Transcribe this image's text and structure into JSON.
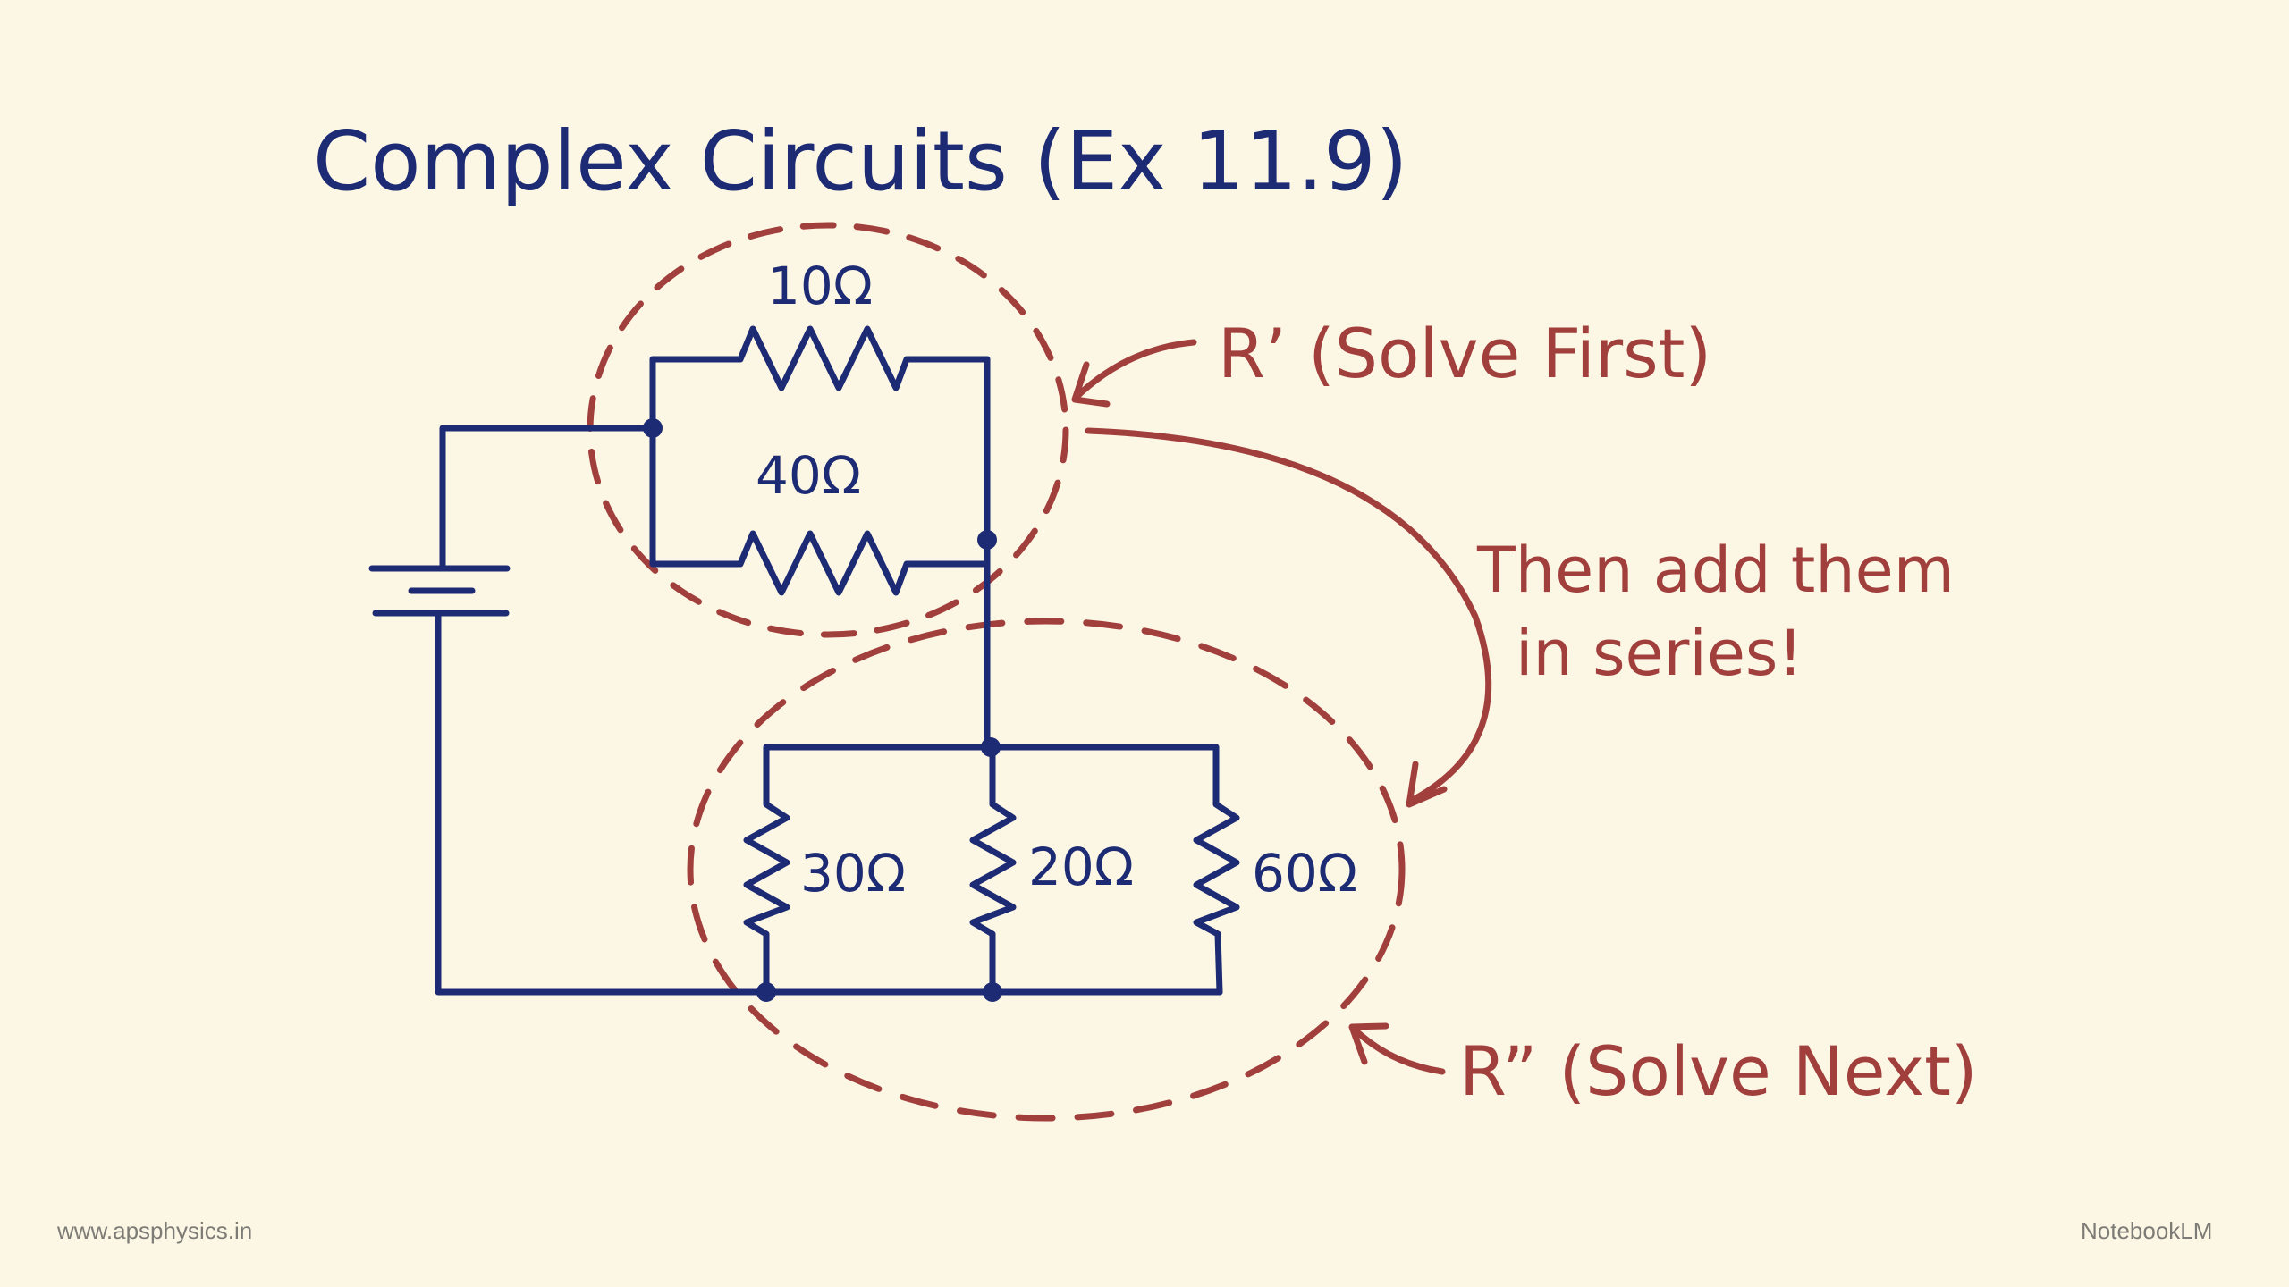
{
  "title": "Complex Circuits (Ex 11.9)",
  "colors": {
    "background": "#fcf6e4",
    "circuit_ink": "#1c2b74",
    "annotation_ink": "#a13f3d",
    "footer_text": "#7d7b76"
  },
  "circuit": {
    "source": "battery",
    "group_r_prime": {
      "connection": "parallel",
      "resistors": [
        {
          "label": "10Ω",
          "value_ohm": 10
        },
        {
          "label": "40Ω",
          "value_ohm": 40
        }
      ]
    },
    "group_r_double_prime": {
      "connection": "parallel",
      "resistors": [
        {
          "label": "30Ω",
          "value_ohm": 30
        },
        {
          "label": "20Ω",
          "value_ohm": 20
        },
        {
          "label": "60Ω",
          "value_ohm": 60
        }
      ]
    }
  },
  "annotations": {
    "r_prime": "R’ (Solve First)",
    "r_double_prime": "R” (Solve Next)",
    "series_line1": "Then add them",
    "series_line2": "in series!"
  },
  "footer": {
    "left": "www.apsphysics.in",
    "right": "NotebookLM"
  }
}
